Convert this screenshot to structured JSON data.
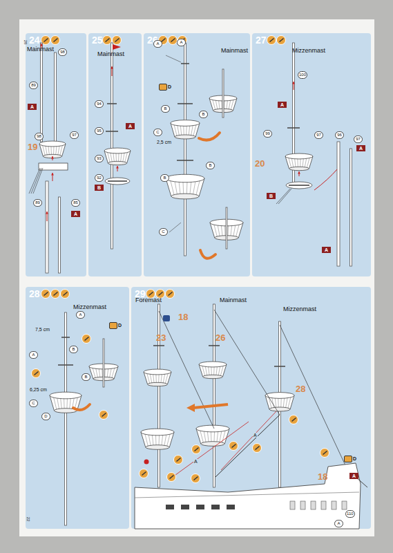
{
  "diagram": {
    "nodes": [
      {
        "text": [
          "24",
          "Mainmast"
        ]
      },
      {
        "text": [
          "25",
          "Mainmast"
        ]
      },
      {
        "text": [
          "26",
          "Mainmast"
        ]
      },
      {
        "text": [
          "27",
          "Mizzenmast"
        ]
      },
      {
        "text": [
          "28",
          "Mizzenmast"
        ]
      },
      {
        "text": [
          "29",
          "Foremast",
          "Mainmast",
          "Mizzenmast"
        ]
      }
    ],
    "labels": [
      "98",
      "89",
      "A",
      "98",
      "97",
      "19",
      "89",
      "85",
      "A",
      "94",
      "95",
      "A",
      "93",
      "92",
      "B",
      "A",
      "A",
      "D",
      "B",
      "B",
      "C",
      "2,5 cm",
      "B",
      "B",
      "C",
      "100",
      "A",
      "99",
      "97",
      "96",
      "97",
      "A",
      "20",
      "B",
      "A",
      "A",
      "7,5 cm",
      "D",
      "A",
      "B",
      "B",
      "6,25 cm",
      "C",
      "D",
      "18",
      "23",
      "26",
      "28",
      "D",
      "A",
      "18",
      "A",
      "A",
      "110",
      "A",
      "22",
      "28"
    ]
  }
}
